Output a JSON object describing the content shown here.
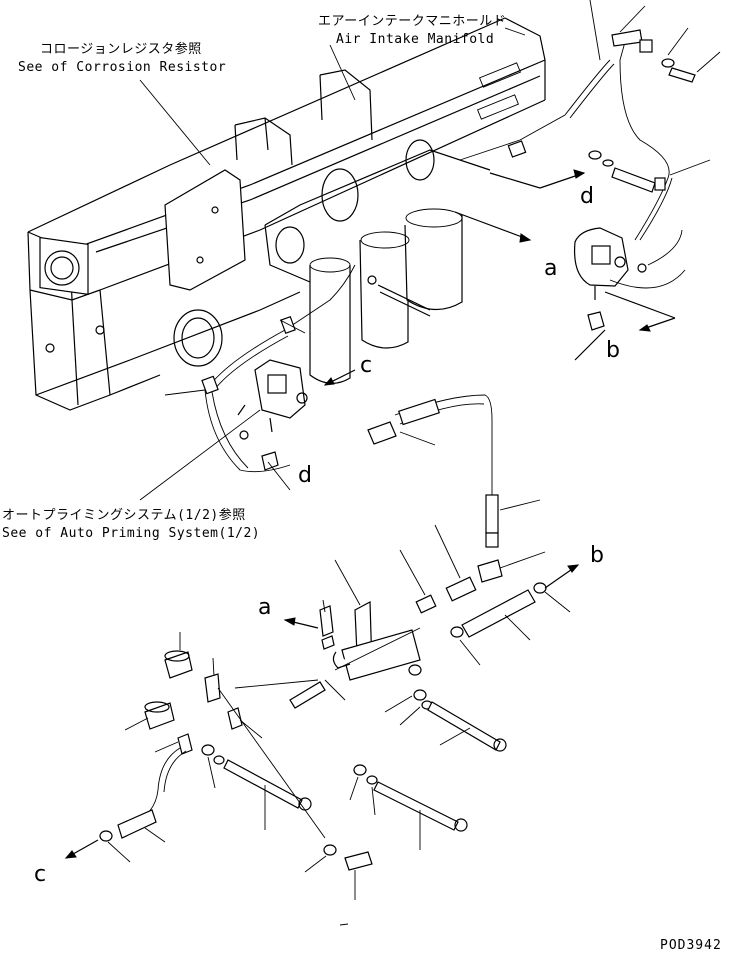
{
  "callouts": {
    "air_intake_jp": "エアーインテークマニホールド",
    "air_intake_en": "Air Intake Manifold",
    "corrosion_jp": "コロージョンレジスタ参照",
    "corrosion_en": "See of Corrosion Resistor",
    "priming_jp": "オートプライミングシステム(1/2)参照",
    "priming_en": "See of Auto Priming System(1/2)"
  },
  "reference_letters": {
    "a_upper": "a",
    "a_lower": "a",
    "b_upper": "b",
    "b_lower": "b",
    "c_upper": "c",
    "c_lower": "c",
    "d_upper": "d",
    "d_lower": "d"
  },
  "drawing_code": "POD3942"
}
